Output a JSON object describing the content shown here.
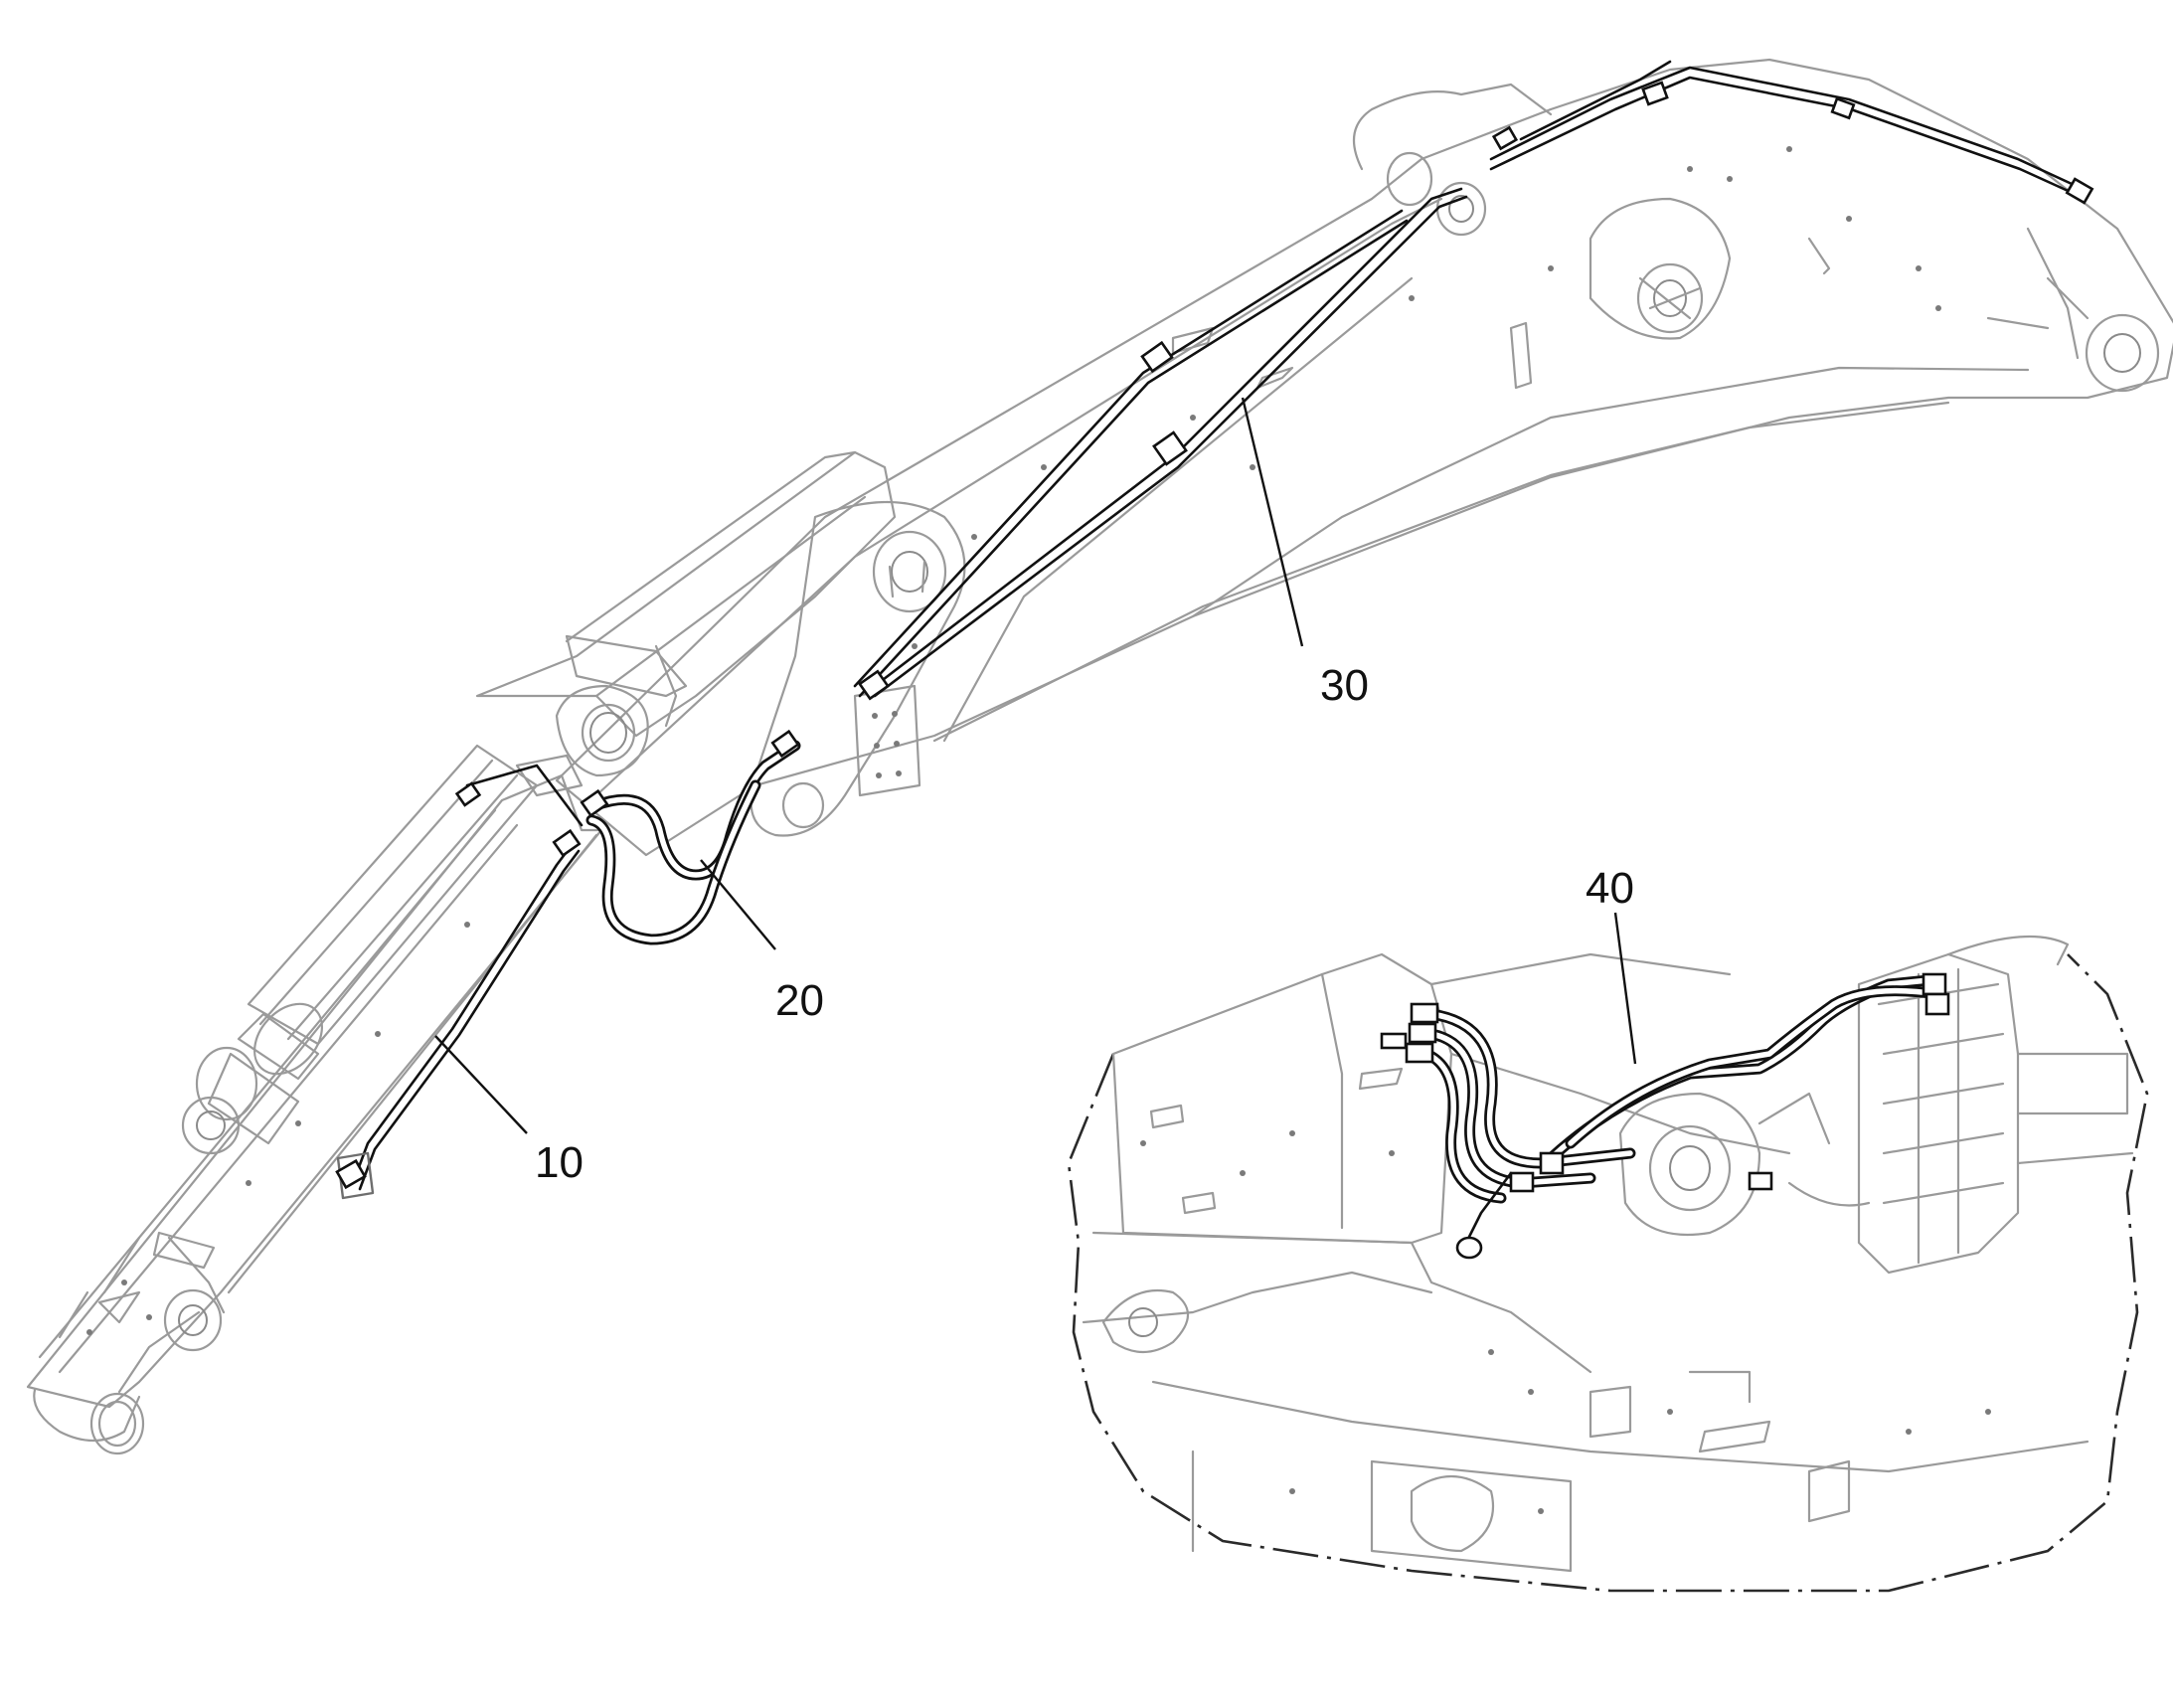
{
  "callouts": [
    {
      "id": "10",
      "text": "10"
    },
    {
      "id": "20",
      "text": "20"
    },
    {
      "id": "30",
      "text": "30"
    },
    {
      "id": "40",
      "text": "40"
    }
  ],
  "colors": {
    "background": "#ffffff",
    "part_outline": "#9a9a9a",
    "hose_line": "#111111",
    "label_text": "#111111"
  },
  "figure": {
    "main_view": "boom-and-arm-hose-routing",
    "detail_view": "upper-frame-hose-connections"
  }
}
